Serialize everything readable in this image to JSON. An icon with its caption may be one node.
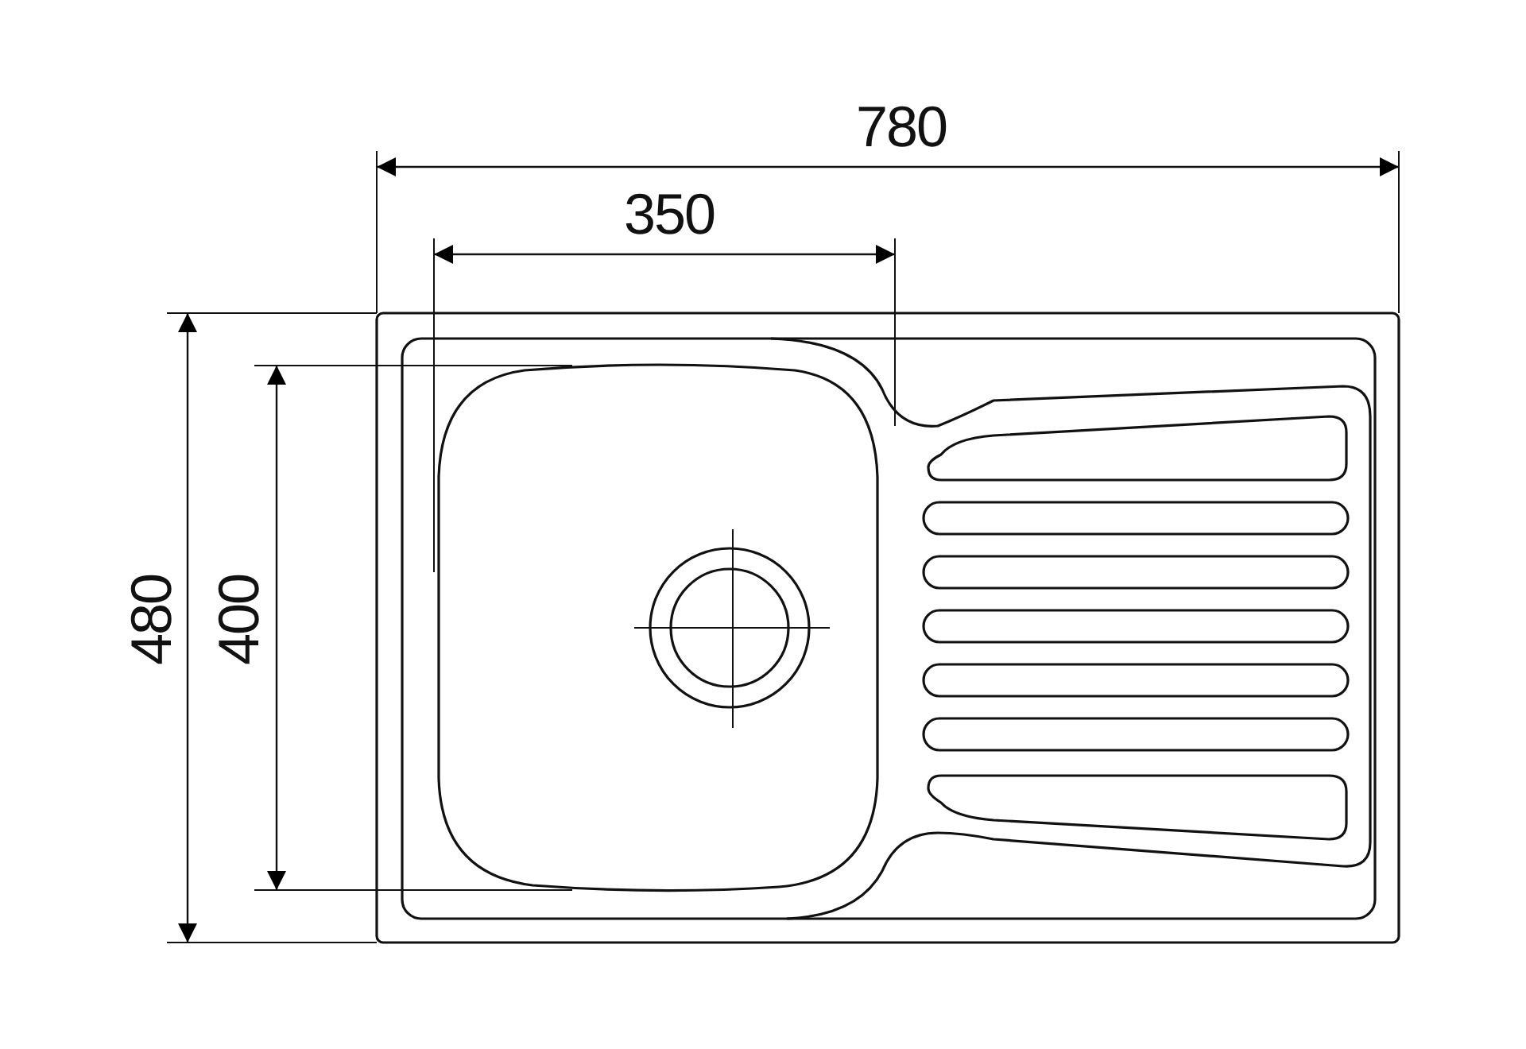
{
  "diagram": {
    "labels": [
      "780",
      "350",
      "480",
      "400"
    ]
  }
}
